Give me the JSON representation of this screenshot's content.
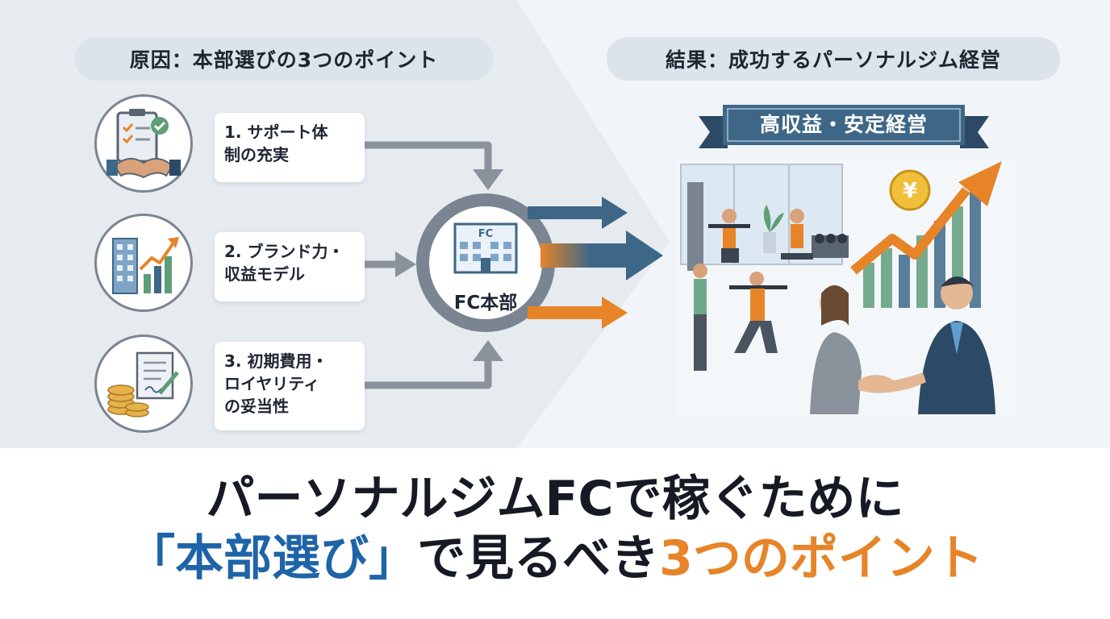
{
  "cause": {
    "heading": "原因：本部選びの3つのポイント",
    "points": [
      {
        "label": "1. サポート体\n制の充実",
        "icon": "checklist-handshake-icon"
      },
      {
        "label": "2. ブランド力・\n収益モデル",
        "icon": "building-growth-chart-icon"
      },
      {
        "label": "3. 初期費用・\nロイヤリティ\nの妥当性",
        "icon": "coins-contract-icon"
      }
    ]
  },
  "hub": {
    "label": "FC本部",
    "building_sign": "FC",
    "icon": "headquarters-building-icon"
  },
  "result": {
    "heading": "結果：成功するパーソナルジム経営",
    "banner": "高収益・安定経営",
    "currency_symbol": "¥",
    "illustration": "gym-handshake-growth-illustration"
  },
  "title": {
    "line1": "パーソナルジムFCで稼ぐために",
    "bracket_open": "「",
    "highlight_blue": "本部選び",
    "bracket_close": "」",
    "middle": "で見るべき",
    "highlight_orange": "3つのポイント"
  },
  "colors": {
    "blue_accent": "#1e64a8",
    "orange_accent": "#e78428",
    "steel_blue": "#3e6787",
    "gray_arrow": "#8a929b",
    "green_bar": "#5e9d78"
  }
}
